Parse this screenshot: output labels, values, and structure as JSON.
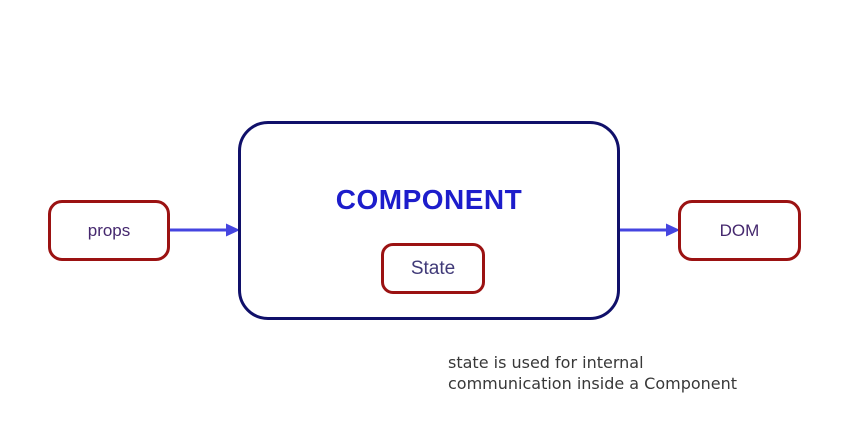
{
  "diagram": {
    "nodes": {
      "props": {
        "label": "props"
      },
      "component": {
        "label": "COMPONENT"
      },
      "state": {
        "label": "State"
      },
      "dom": {
        "label": "DOM"
      }
    },
    "caption": {
      "line1": "state is used for internal",
      "line2": "communication inside a Component"
    },
    "colors": {
      "red_box_border": "#9b1212",
      "component_border": "#10106a",
      "component_text": "#1d1dcb",
      "node_text": "#45286e",
      "state_text": "#403a78",
      "arrow": "#4545e0",
      "caption_text": "#383838",
      "background": "#ffffff"
    }
  }
}
